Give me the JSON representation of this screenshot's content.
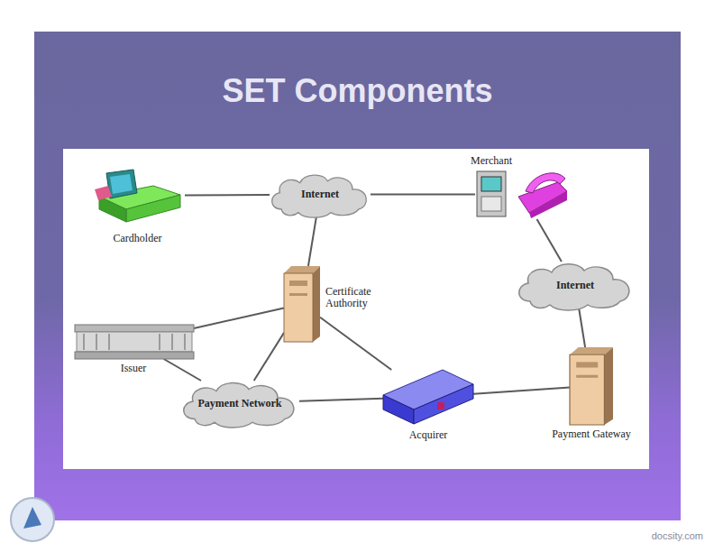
{
  "diagram": {
    "title": "SET Components",
    "nodes": [
      {
        "text": [
          "Cardholder"
        ]
      },
      {
        "text": [
          "Internet"
        ]
      },
      {
        "text": [
          "Merchant"
        ]
      },
      {
        "text": [
          "Certificate Authority"
        ]
      },
      {
        "text": [
          "Internet"
        ]
      },
      {
        "text": [
          "Issuer"
        ]
      },
      {
        "text": [
          "Payment Network"
        ]
      },
      {
        "text": [
          "Acquirer"
        ]
      },
      {
        "text": [
          "Payment Gateway"
        ]
      }
    ],
    "edges": [
      {
        "from": 0,
        "to": 1,
        "arrow": "none"
      },
      {
        "from": 1,
        "to": 2,
        "arrow": "none"
      },
      {
        "from": 1,
        "to": 3,
        "arrow": "none"
      },
      {
        "from": 2,
        "to": 4,
        "arrow": "none"
      },
      {
        "from": 4,
        "to": 8,
        "arrow": "none"
      },
      {
        "from": 3,
        "to": 5,
        "arrow": "none"
      },
      {
        "from": 3,
        "to": 6,
        "arrow": "none"
      },
      {
        "from": 3,
        "to": 7,
        "arrow": "none"
      },
      {
        "from": 5,
        "to": 6,
        "arrow": "none"
      },
      {
        "from": 6,
        "to": 7,
        "arrow": "none"
      },
      {
        "from": 7,
        "to": 8,
        "arrow": "none"
      }
    ],
    "labels": [
      "docsity.com"
    ]
  }
}
